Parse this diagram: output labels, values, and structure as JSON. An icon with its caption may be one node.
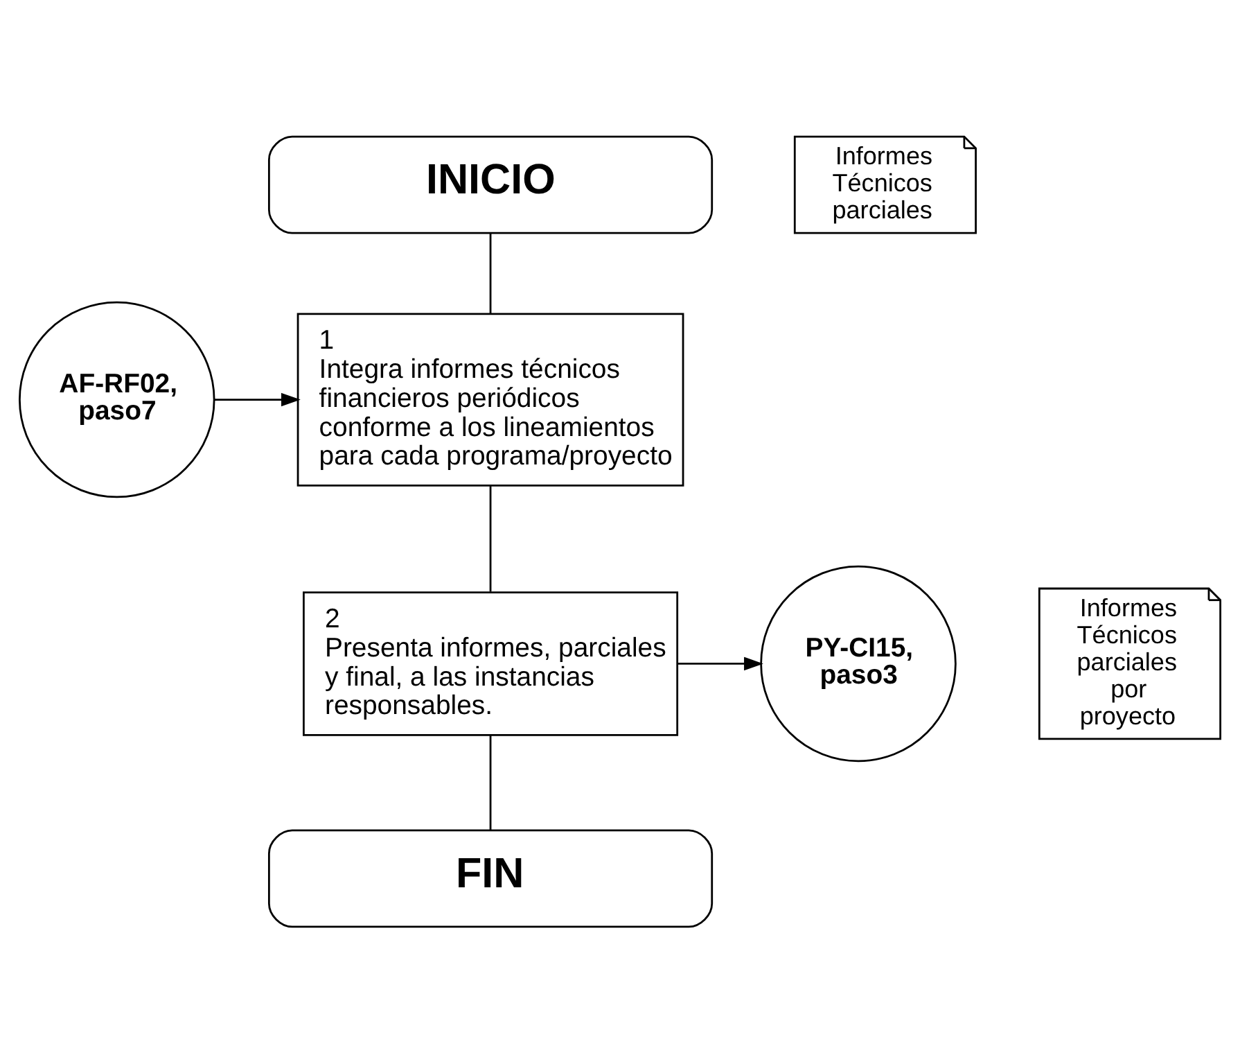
{
  "diagram": {
    "nodes": [
      {
        "text": [
          "INICIO"
        ]
      },
      {
        "text": [
          "1",
          "Integra informes técnicos financieros periódicos conforme a los lineamientos para cada programa/proyecto"
        ]
      },
      {
        "text": [
          "AF-RF02, paso7"
        ]
      },
      {
        "text": [
          "Informes Técnicos parciales"
        ]
      },
      {
        "text": [
          "2",
          "Presenta informes, parciales y final, a las instancias responsables."
        ]
      },
      {
        "text": [
          "Informes Técnicos parciales por proyecto"
        ]
      },
      {
        "text": [
          "PY-CI15, paso3"
        ]
      },
      {
        "text": [
          "FIN"
        ]
      }
    ],
    "edges": [
      {
        "from": 0,
        "to": 1,
        "arrow": "none"
      },
      {
        "from": 2,
        "to": 1,
        "arrow": "to"
      },
      {
        "from": 1,
        "to": 4,
        "arrow": "none"
      },
      {
        "from": 4,
        "to": 6,
        "arrow": "to"
      },
      {
        "from": 4,
        "to": 7,
        "arrow": "none"
      }
    ]
  }
}
